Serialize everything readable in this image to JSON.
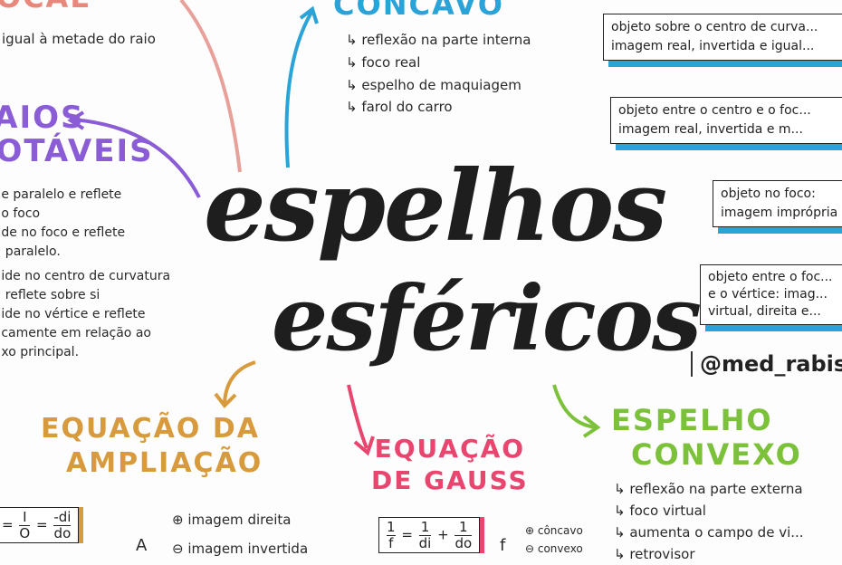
{
  "main_title": {
    "line1": "espelhos",
    "line2": "esféricos"
  },
  "focal": {
    "title": "FOCAL",
    "text": "igual à metade do raio"
  },
  "raios": {
    "title_line1": "RAIOS",
    "title_line2": "NOTÁVEIS",
    "items": [
      "...e paralelo e reflete",
      "...o foco",
      "...de no foco e reflete",
      "... paralelo.",
      "...ide no centro de curvatura",
      "... reflete sobre si",
      "...ide no vértice e reflete",
      "...camente em relação ao",
      "...xo principal."
    ]
  },
  "concavo": {
    "title": "CÔNCAVO",
    "items": [
      "↳ reflexão na parte interna",
      "↳ foco real",
      "↳ espelho de maquiagem",
      "↳ farol do carro"
    ]
  },
  "boxes": [
    {
      "line1": "objeto sobre o centro de curva...",
      "line2": "imagem real, invertida e igual..."
    },
    {
      "line1": "objeto entre o centro e o foc...",
      "line2": "imagem real, invertida e m..."
    },
    {
      "line1": "objeto no foco:",
      "line2": "imagem imprópria"
    },
    {
      "line1": "objeto entre o foc...",
      "line2": "e o vértice: imag...",
      "line3": "virtual, direita e..."
    }
  ],
  "handle": "@med_rabis",
  "ampliacao": {
    "title_line1": "EQUAÇÃO DA",
    "title_line2": "AMPLIAÇÃO",
    "eq_lhs": "A =",
    "n1": "I",
    "d1": "O",
    "eq": "=",
    "n2": "-di",
    "d2": "do",
    "symbol": "A",
    "pos": "⊕ imagem direita",
    "neg": "⊖ imagem invertida"
  },
  "gauss": {
    "title_line1": "EQUAÇÃO",
    "title_line2": "DE GAUSS",
    "n0": "1",
    "d0": "f",
    "n1": "1",
    "d1": "di",
    "n2": "1",
    "d2": "do",
    "symbol": "f",
    "pos": "⊕ côncavo",
    "neg": "⊖ convexo"
  },
  "convexo": {
    "title_line1": "ESPELHO",
    "title_line2": "CONVEXO",
    "items": [
      "↳ reflexão na parte externa",
      "↳ foco virtual",
      "↳ aumenta o campo de vi...",
      "↳ retrovisor"
    ]
  },
  "colors": {
    "focal": "#e8877b",
    "raios": "#8a5cd6",
    "concavo": "#2aa3d8",
    "ampliacao": "#d79a3c",
    "gauss": "#e8456f",
    "convexo": "#7cc13a"
  }
}
